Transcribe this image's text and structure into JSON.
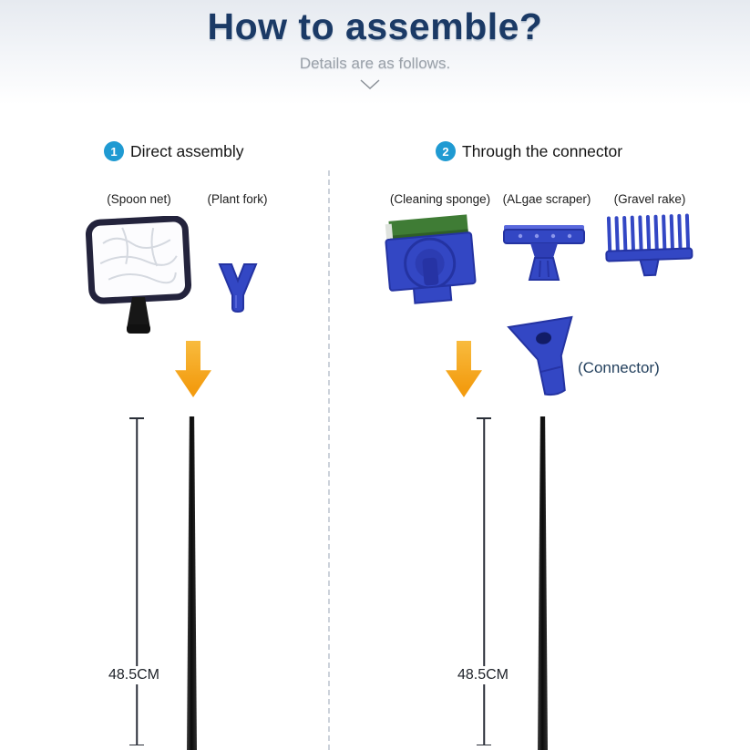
{
  "header": {
    "title": "How to assemble?",
    "subtitle": "Details are as follows."
  },
  "left_section": {
    "badge": "1",
    "heading": "Direct assembly",
    "item_labels": {
      "spoon_net": "(Spoon net)",
      "plant_fork": "(Plant fork)"
    },
    "measurement": "48.5CM"
  },
  "right_section": {
    "badge": "2",
    "heading": "Through the connector",
    "item_labels": {
      "cleaning_sponge": "(Cleaning sponge)",
      "algae_scraper": "(ALgae scraper)",
      "gravel_rake": "(Gravel rake)"
    },
    "connector_label": "(Connector)",
    "measurement": "48.5CM"
  },
  "icons": {
    "chevron_down": "⌄",
    "down_arrow": "↓"
  },
  "colors": {
    "title_blue": "#1b3a66",
    "badge_blue": "#1f9ad2",
    "tool_blue": "#3347c4",
    "tool_blue_dark": "#2433a2",
    "sponge_green": "#3f7c35",
    "arrow_orange": "#f5a31a",
    "pole_black": "#161616"
  }
}
